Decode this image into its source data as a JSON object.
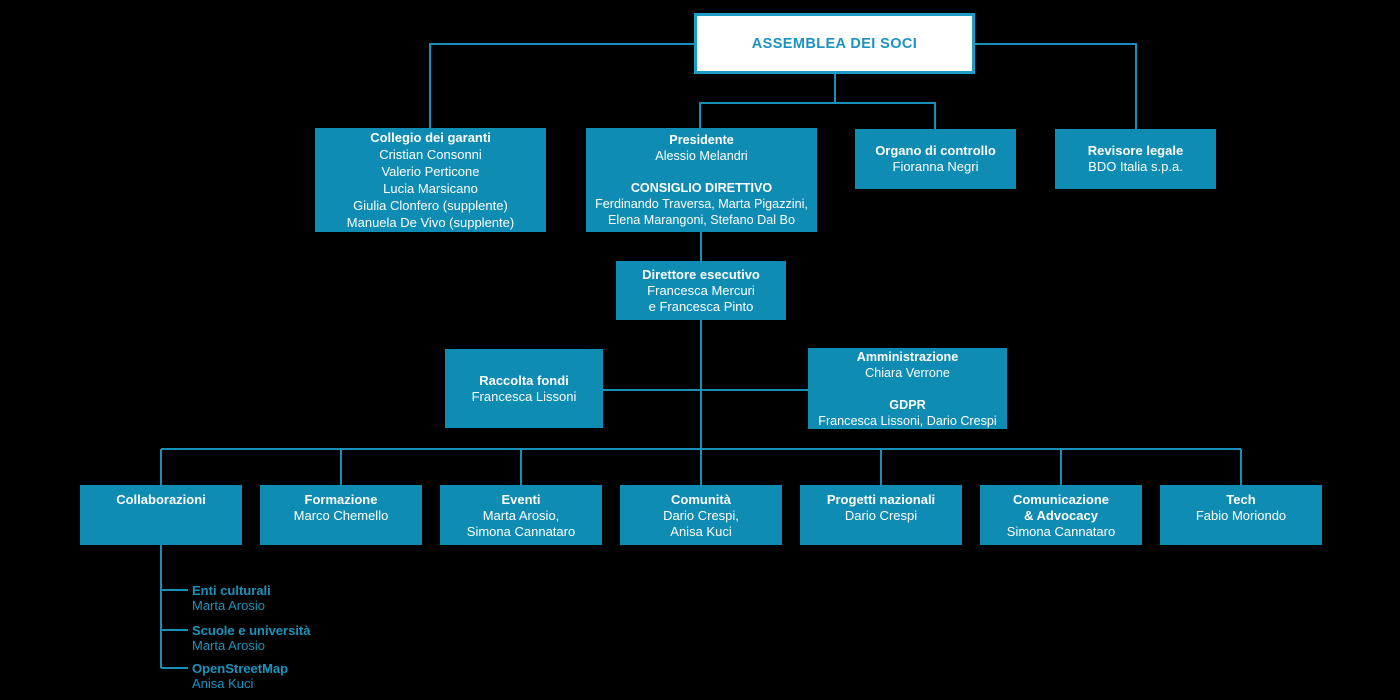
{
  "colors": {
    "background": "#000000",
    "box_fill": "#0e8cb4",
    "box_text": "#ffffff",
    "line": "#1590b8",
    "root_border": "#1b9dc6",
    "root_text": "#1b93c0",
    "subitem_text": "#1a93bd"
  },
  "boxes": {
    "assemblea": {
      "title": "ASSEMBLEA DEI SOCI"
    },
    "collegio": {
      "title": "Collegio dei garanti",
      "member1": "Cristian Consonni",
      "member2": "Valerio Perticone",
      "member3": "Lucia Marsicano",
      "member4": "Giulia Clonfero (supplente)",
      "member5": "Manuela De Vivo (supplente)"
    },
    "presidente": {
      "title": "Presidente",
      "name": "Alessio Melandri",
      "subtitle": "CONSIGLIO DIRETTIVO",
      "members_line1": "Ferdinando Traversa, Marta Pigazzini,",
      "members_line2": "Elena Marangoni, Stefano Dal Bo"
    },
    "organo": {
      "title": "Organo di controllo",
      "name": "Fioranna Negri"
    },
    "revisore": {
      "title": "Revisore legale",
      "name": "BDO Italia s.p.a."
    },
    "direttore": {
      "title": "Direttore esecutivo",
      "name_line1": "Francesca Mercuri",
      "name_line2": "e Francesca Pinto"
    },
    "raccolta": {
      "title": "Raccolta fondi",
      "name": "Francesca Lissoni"
    },
    "amministrazione": {
      "title": "Amministrazione",
      "name": "Chiara Verrone",
      "subtitle": "GDPR",
      "sub_names": "Francesca Lissoni, Dario Crespi"
    },
    "collaborazioni": {
      "title": "Collaborazioni"
    },
    "formazione": {
      "title": "Formazione",
      "name": "Marco Chemello"
    },
    "eventi": {
      "title": "Eventi",
      "name_line1": "Marta Arosio,",
      "name_line2": "Simona Cannataro"
    },
    "comunita": {
      "title": "Comunità",
      "name_line1": "Dario Crespi,",
      "name_line2": "Anisa Kuci"
    },
    "progetti": {
      "title": "Progetti nazionali",
      "name": "Dario Crespi"
    },
    "comunicazione": {
      "title_line1": "Comunicazione",
      "title_line2": "& Advocacy",
      "name": "Simona Cannataro"
    },
    "tech": {
      "title": "Tech",
      "name": "Fabio Moriondo"
    }
  },
  "subitems": [
    {
      "title": "Enti culturali",
      "name": "Marta Arosio"
    },
    {
      "title": "Scuole e università",
      "name": "Marta Arosio"
    },
    {
      "title": "OpenStreetMap",
      "name": "Anisa Kuci"
    }
  ]
}
